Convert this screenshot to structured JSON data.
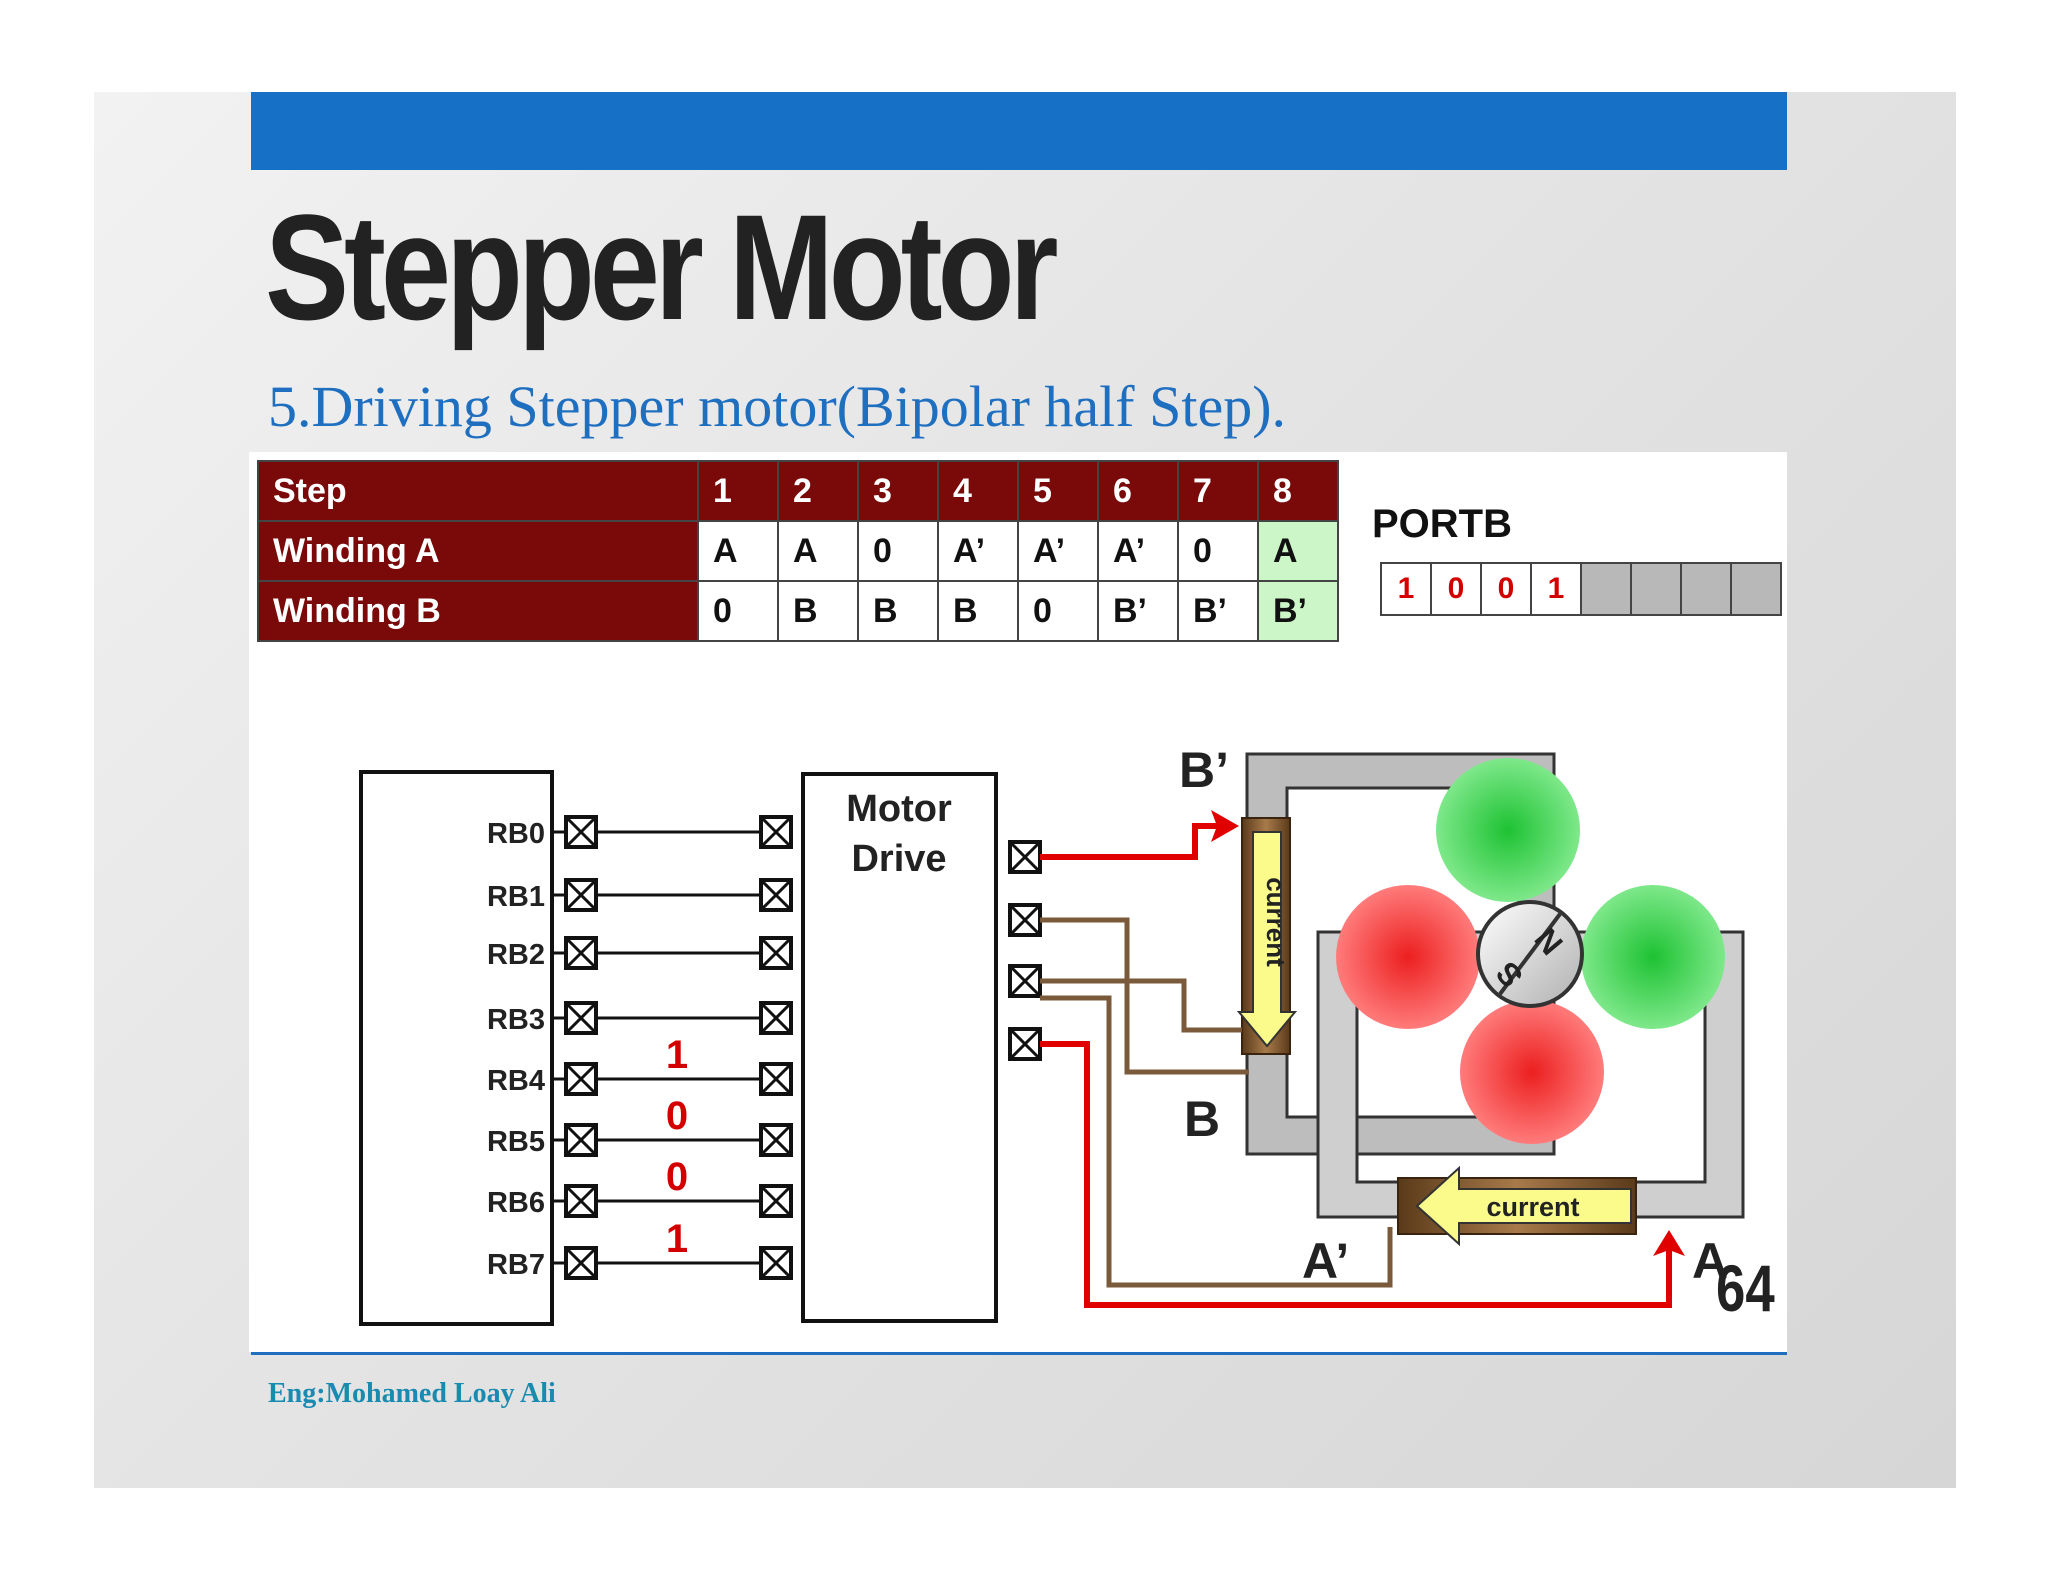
{
  "slide": {
    "title": "Stepper Motor",
    "subtitle": "5.Driving Stepper motor(Bipolar half Step).",
    "author": "Eng:Mohamed Loay Ali",
    "page_number": "64"
  },
  "step_table": {
    "header_label": "Step",
    "steps": [
      "1",
      "2",
      "3",
      "4",
      "5",
      "6",
      "7",
      "8"
    ],
    "rows": [
      {
        "label": "Winding A",
        "values": [
          "A",
          "A",
          "0",
          "A’",
          "A’",
          "A’",
          "0",
          "A"
        ]
      },
      {
        "label": "Winding B",
        "values": [
          "0",
          "B",
          "B",
          "B",
          "0",
          "B’",
          "B’",
          "B’"
        ]
      }
    ],
    "highlight_step": "8",
    "highlight_color": "#ccf5c8"
  },
  "portb": {
    "label": "PORTB",
    "bits": [
      "1",
      "0",
      "0",
      "1",
      "",
      "",
      "",
      ""
    ]
  },
  "circuit": {
    "pins": [
      "RB0",
      "RB1",
      "RB2",
      "RB3",
      "RB4",
      "RB5",
      "RB6",
      "RB7"
    ],
    "pin_values": [
      "1",
      "0",
      "0",
      "1"
    ],
    "driver_label_line1": "Motor",
    "driver_label_line2": "Drive",
    "coil_labels": {
      "b_prime": "B’",
      "b": "B",
      "a_prime": "A’",
      "a": "A"
    },
    "current_label": "current",
    "rotor_labels": {
      "north": "N",
      "south": "S"
    }
  },
  "colors": {
    "header_bg": "#7a0a0a",
    "title_bar": "#1570c6",
    "subtitle": "#1f6fc0",
    "wire_red": "#e00000",
    "wire_brown": "#7a5a3a",
    "pole_green": "#22c43a",
    "pole_red": "#ee3030"
  }
}
